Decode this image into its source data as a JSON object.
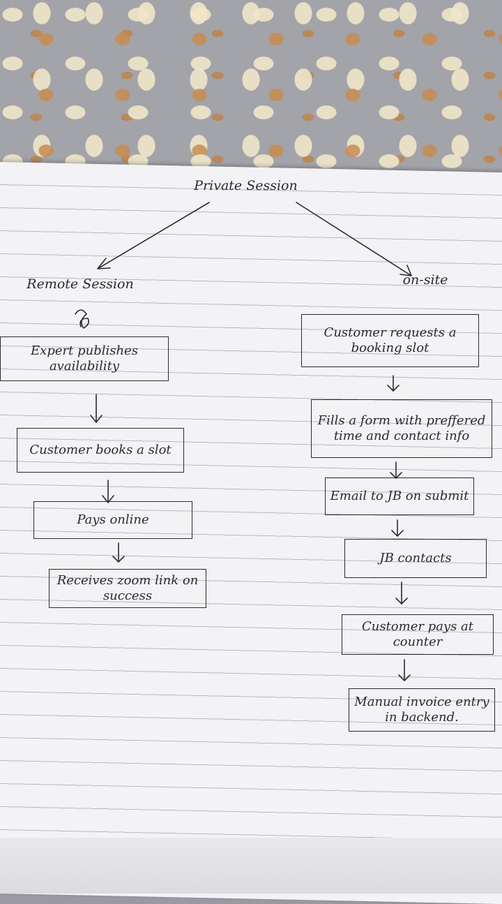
{
  "diagram": {
    "root": "Private Session",
    "branches": [
      {
        "label": "Remote Session",
        "steps": [
          "Expert publishes availability",
          "Customer books a slot",
          "Pays online",
          "Receives zoom link on success"
        ]
      },
      {
        "label": "on-site",
        "steps": [
          "Customer requests a booking slot",
          "Fills a form with preffered time and contact info",
          "Email to JB on submit",
          "JB contacts",
          "Customer pays at counter",
          "Manual invoice entry in backend."
        ]
      }
    ]
  },
  "colors": {
    "ink": "#2a2a30",
    "paper": "#f3f2f4",
    "rule_line": "#b8b8c8"
  }
}
